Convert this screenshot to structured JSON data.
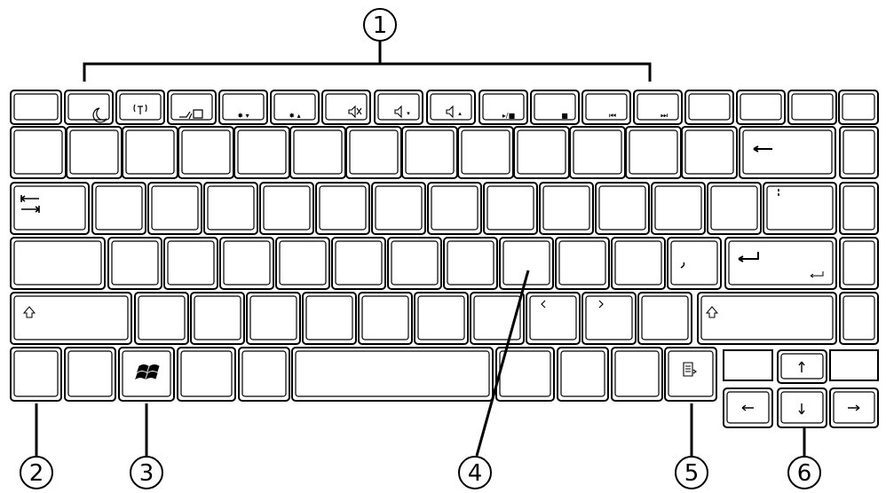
{
  "callouts": [
    "1",
    "2",
    "3",
    "4",
    "5",
    "6"
  ],
  "icons": {
    "sleep": "crescent-moon-icon",
    "wireless": "wireless-antenna-icon",
    "display_switch": "display-switch-icon",
    "brightness_down": "brightness-down-icon",
    "brightness_up": "brightness-up-icon",
    "mute": "speaker-mute-icon",
    "volume_down": "volume-down-icon",
    "volume_up": "volume-up-icon",
    "play_pause": "play-pause-icon",
    "stop": "stop-icon",
    "previous": "previous-track-icon",
    "next": "next-track-icon",
    "windows": "windows-logo-icon",
    "application": "application-menu-icon"
  }
}
